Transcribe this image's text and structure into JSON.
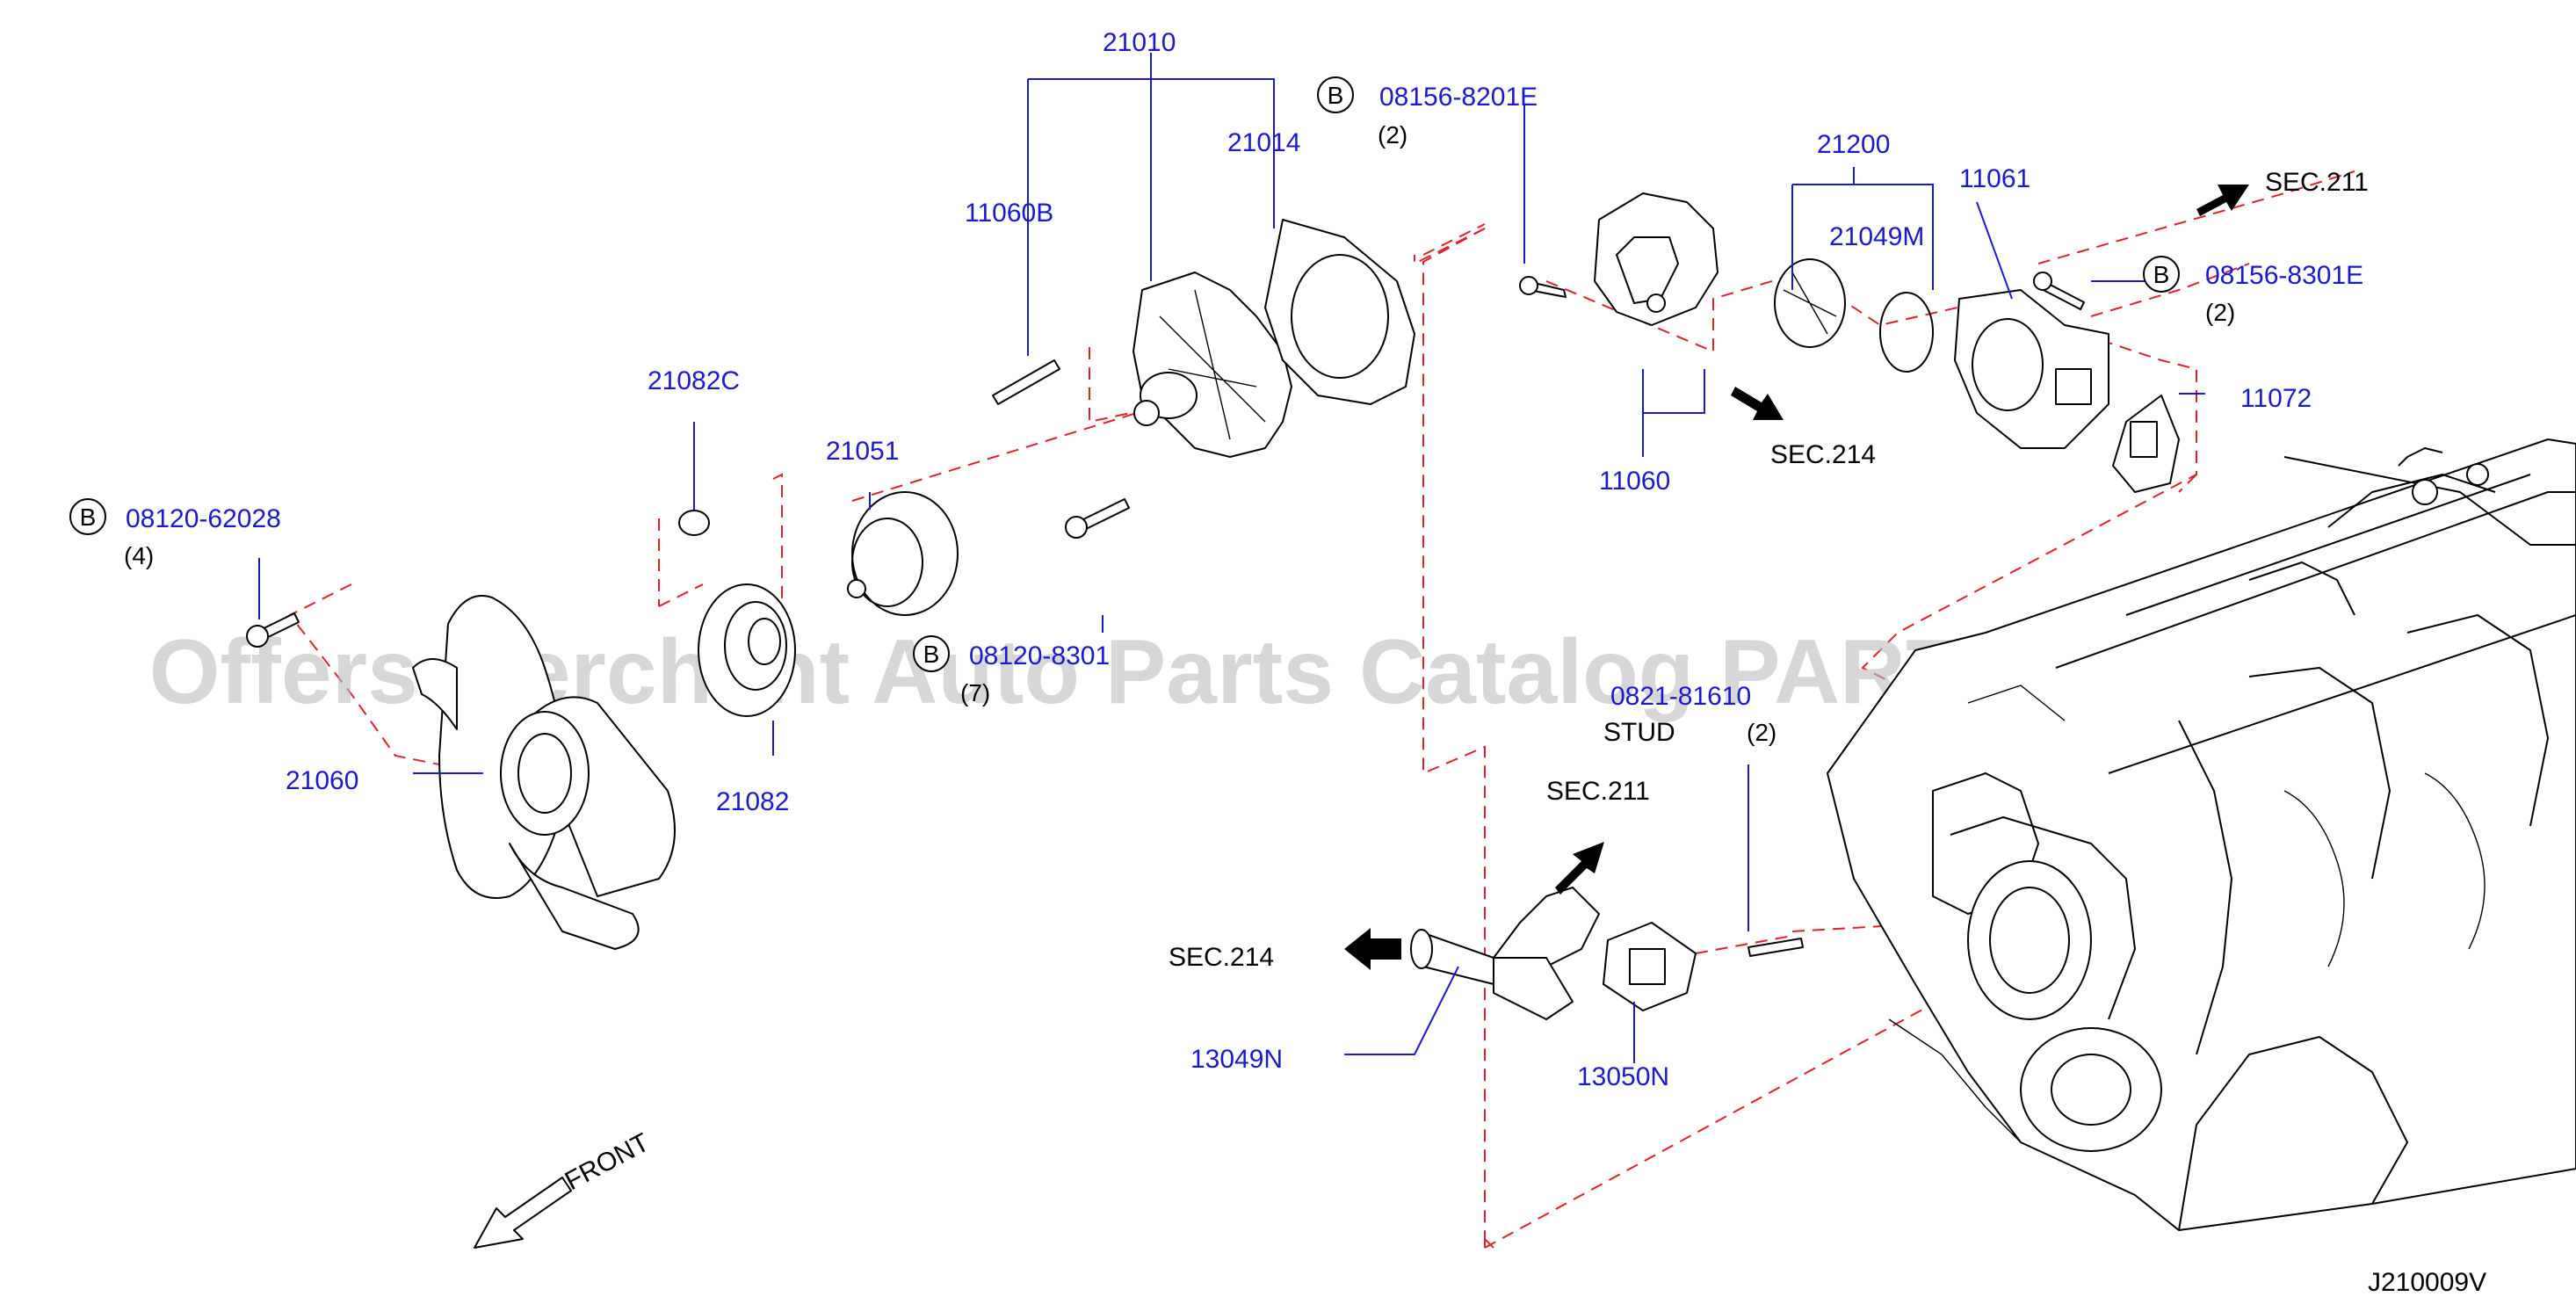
{
  "watermark": "Offers Merchant Auto Parts Catalog PARTSTORE.SA",
  "diagram_code": "J210009V",
  "front_label": "FRONT",
  "circle_letter": "B",
  "parts": {
    "p21010": "21010",
    "p21014": "21014",
    "p11060B": "11060B",
    "p08156_8201E": "08156-8201E",
    "p08156_8201E_qty": "(2)",
    "p21200": "21200",
    "p21049M": "21049M",
    "p11061": "11061",
    "p08156_8301E": "08156-8301E",
    "p08156_8301E_qty": "(2)",
    "p11072": "11072",
    "p11060": "11060",
    "p21082C": "21082C",
    "p21051": "21051",
    "p08120_62028": "08120-62028",
    "p08120_62028_qty": "(4)",
    "p08120_8301": "08120-8301",
    "p08120_8301_qty": "(7)",
    "p21060": "21060",
    "p21082": "21082",
    "p0821_81610": "0821-81610",
    "stud": "STUD",
    "stud_qty": "(2)",
    "p13049N": "13049N",
    "p13050N": "13050N"
  },
  "sections": {
    "sec211_top": "SEC.211",
    "sec214_mid": "SEC.214",
    "sec211_mid": "SEC.211",
    "sec214_left": "SEC.214"
  },
  "colors": {
    "label": "#1a1acc",
    "leader": "#1a1acc",
    "dash_line": "#e0202a",
    "outline": "#000000",
    "watermark": "#bdbdbd"
  }
}
